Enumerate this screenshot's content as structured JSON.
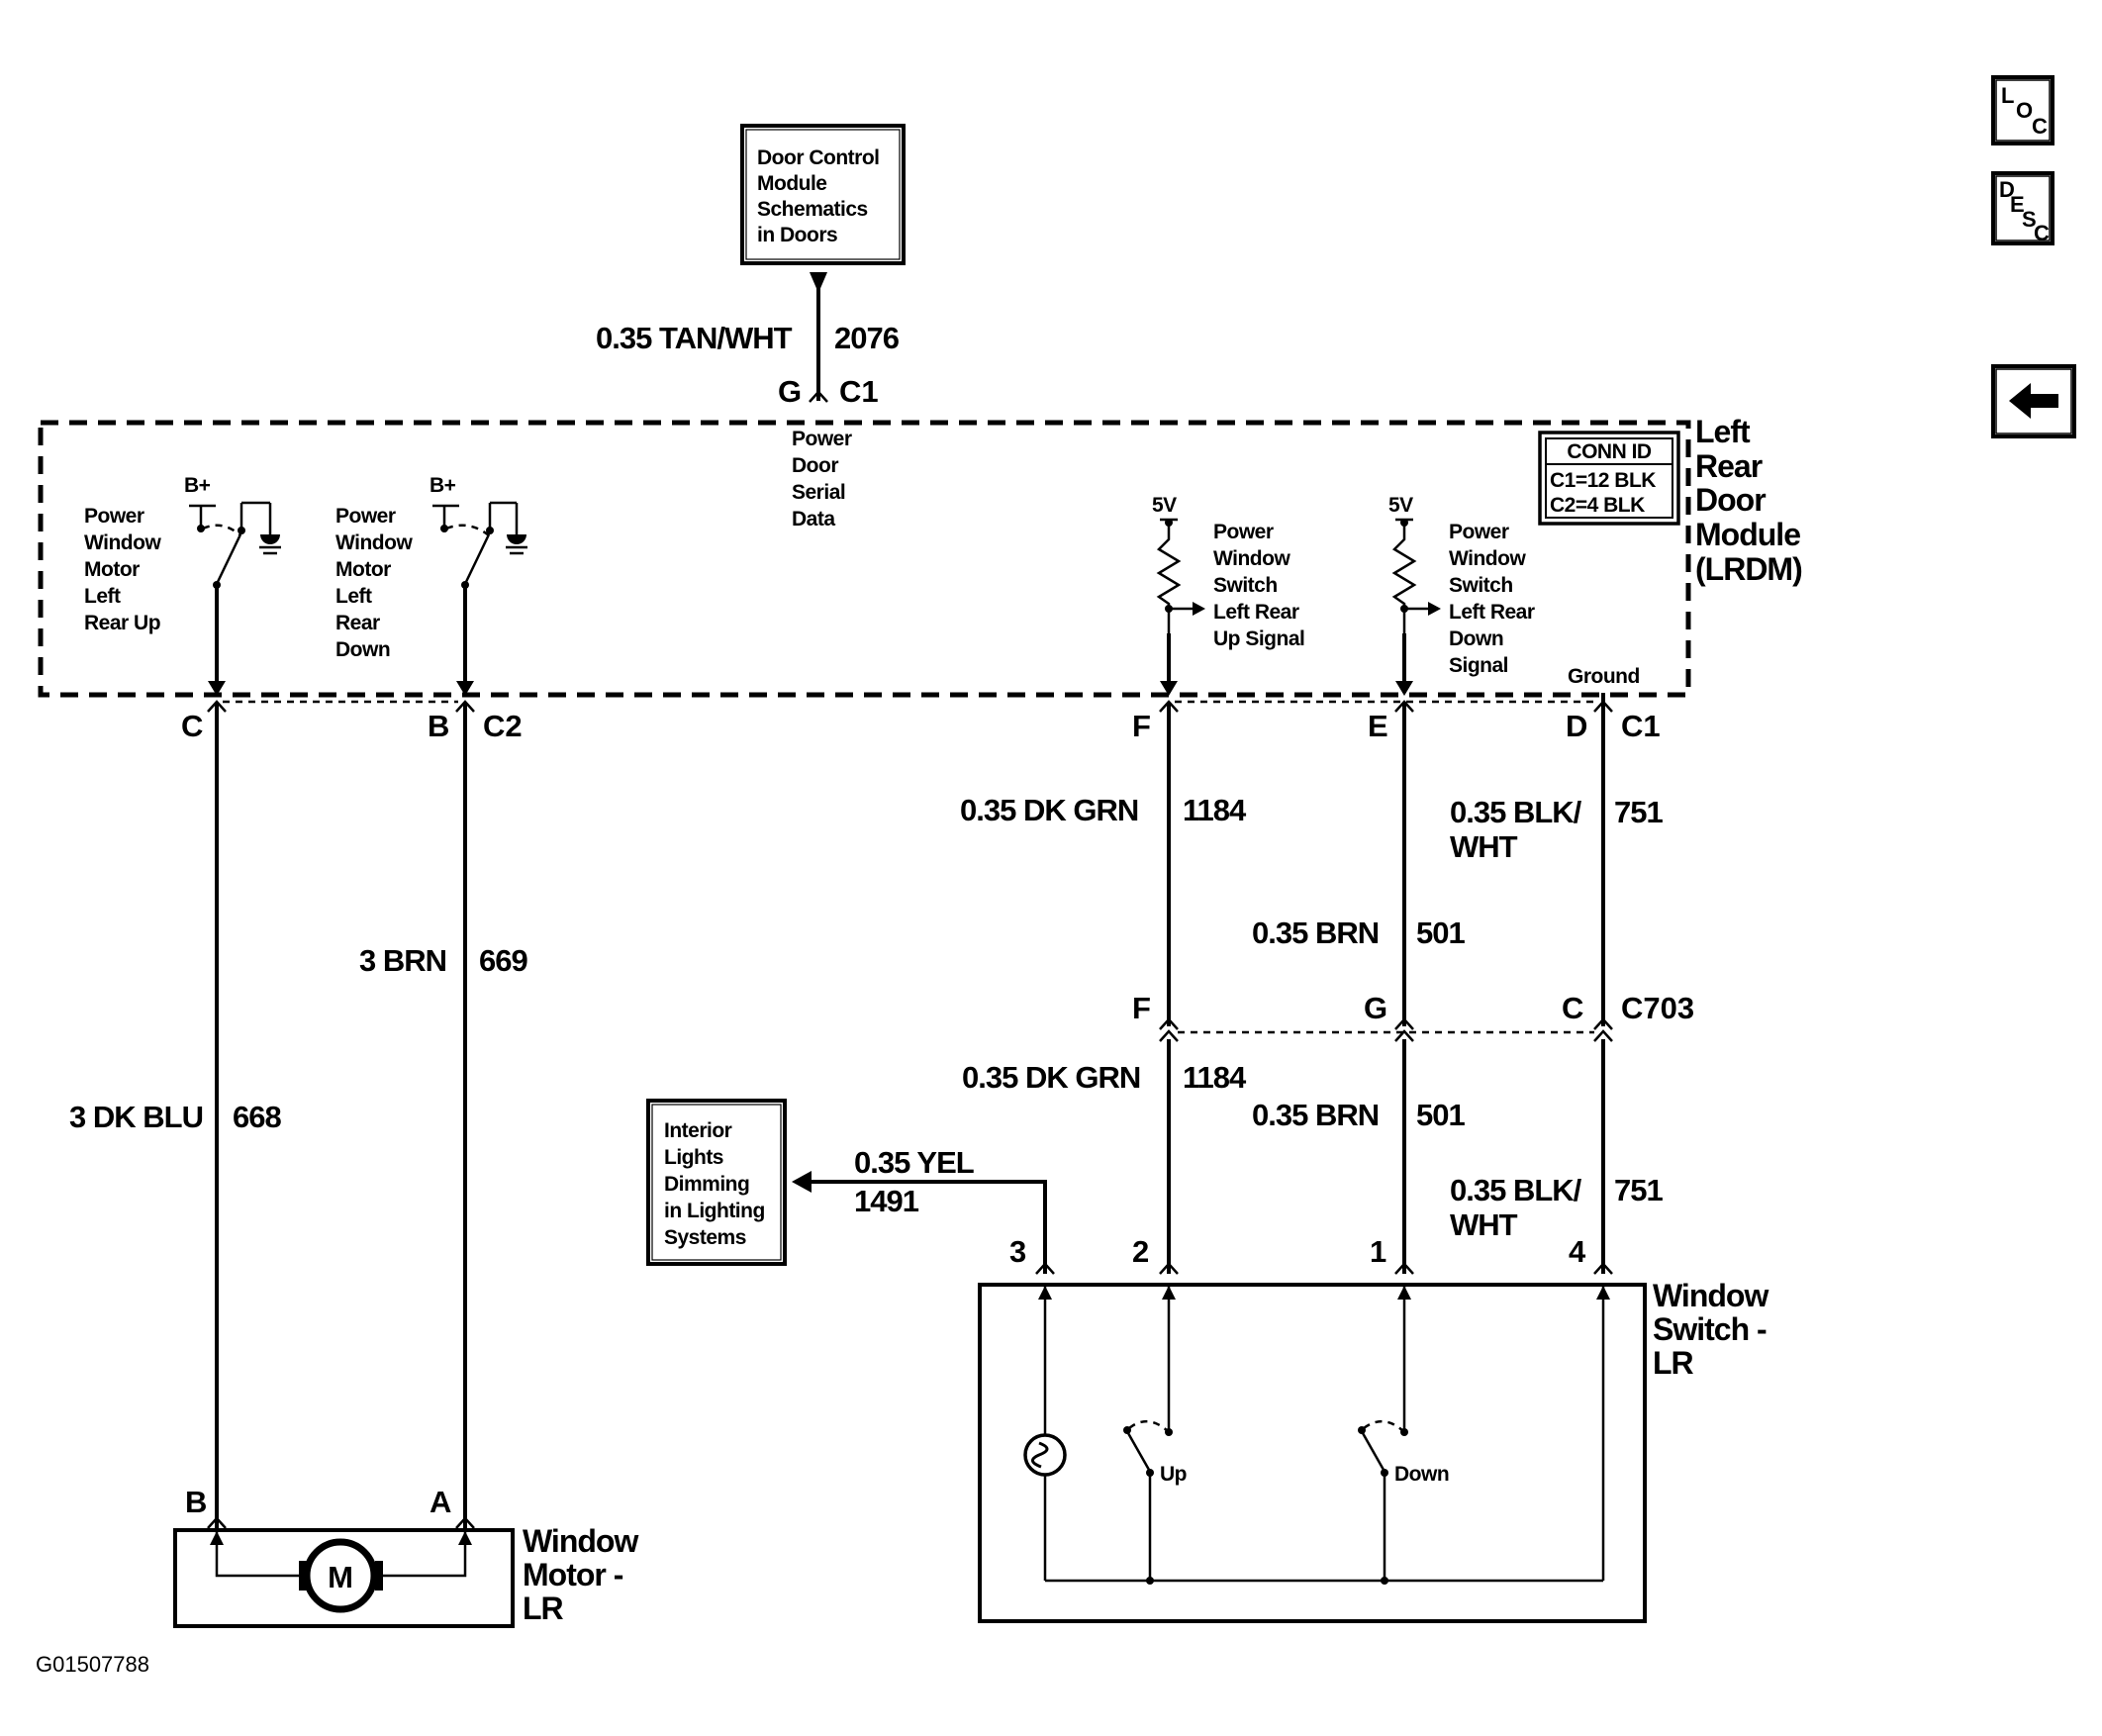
{
  "figure_id": "G01507788",
  "nav": {
    "loc_icon": "LOC",
    "desc_icon": "DESC",
    "back_icon": "back-arrow"
  },
  "dcm_box": [
    "Door Control",
    "Module",
    "Schematics",
    "in Doors"
  ],
  "lights_box": [
    "Interior",
    "Lights",
    "Dimming",
    "in Lighting",
    "Systems"
  ],
  "module": {
    "name": [
      "Left",
      "Rear",
      "Door",
      "Module",
      "(LRDM)"
    ],
    "conn_id": {
      "title": "CONN ID",
      "rows": [
        "C1=12 BLK",
        "C2=4 BLK"
      ]
    },
    "up_relay": [
      "Power",
      "Window",
      "Motor",
      "Left",
      "Rear Up"
    ],
    "down_relay": [
      "Power",
      "Window",
      "Motor",
      "Left",
      "Rear",
      "Down"
    ],
    "serial": [
      "Power",
      "Door",
      "Serial",
      "Data"
    ],
    "up_signal": [
      "Power",
      "Window",
      "Switch",
      "Left Rear",
      "Up Signal"
    ],
    "down_signal": [
      "Power",
      "Window",
      "Switch",
      "Left Rear",
      "Down",
      "Signal"
    ],
    "ground": "Ground",
    "bplus": "B+",
    "vref": "5V"
  },
  "top_wire": {
    "gauge_color": "0.35 TAN/WHT",
    "circuit": "2076",
    "pin": "G",
    "connector": "C1"
  },
  "pins_top": {
    "c": "C",
    "b": "B",
    "c2": "C2",
    "f": "F",
    "e": "E",
    "d": "D",
    "c1": "C1"
  },
  "wires": {
    "w668": {
      "gauge_color": "3 DK BLU",
      "circuit": "668"
    },
    "w669": {
      "gauge_color": "3 BRN",
      "circuit": "669"
    },
    "w1184a": {
      "gauge_color": "0.35 DK GRN",
      "circuit": "1184"
    },
    "w501a": {
      "gauge_color": "0.35 BRN",
      "circuit": "501"
    },
    "w751a": {
      "gauge_color": [
        "0.35 BLK/",
        "WHT"
      ],
      "circuit": "751"
    },
    "w1184b": {
      "gauge_color": "0.35 DK GRN",
      "circuit": "1184"
    },
    "w501b": {
      "gauge_color": "0.35 BRN",
      "circuit": "501"
    },
    "w751b": {
      "gauge_color": [
        "0.35 BLK/",
        "WHT"
      ],
      "circuit": "751"
    },
    "w1491": {
      "gauge_color": "0.35 YEL",
      "circuit": "1491"
    }
  },
  "c703": {
    "name": "C703",
    "pins": [
      "F",
      "G",
      "C"
    ]
  },
  "switch": {
    "name": [
      "Window",
      "Switch -",
      "LR"
    ],
    "pins": [
      "3",
      "2",
      "1",
      "4"
    ],
    "up": "Up",
    "down": "Down"
  },
  "motor": {
    "name": [
      "Window",
      "Motor -",
      "LR"
    ],
    "pins": [
      "B",
      "A"
    ],
    "symbol": "M"
  }
}
